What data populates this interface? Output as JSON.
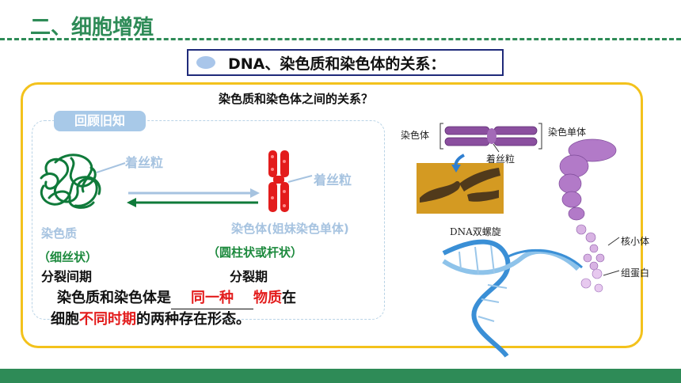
{
  "section_title": "二、细胞增殖",
  "heading": "DNA、染色质和染色体的关系：",
  "question": "染色质和染色体之间的关系？",
  "review": {
    "tag": "回顾旧知",
    "centromere_left": "着丝粒",
    "centromere_right": "着丝粒",
    "chromatin_label": "染色质",
    "chromosome_label": "染色体(姐妹染色单体)",
    "chromatin_shape": "（细丝状）",
    "chromosome_shape": "（圆柱状或杆状）",
    "chromatin_phase": "分裂间期",
    "chromosome_phase": "分裂期"
  },
  "conclusion": {
    "part1": "染色质和染色体是",
    "blank": "同一种",
    "part2": "物质",
    "part3": "在",
    "line2_a": "细胞",
    "line2_red": "不同时期",
    "line2_b": "的两种存在形态。"
  },
  "figure": {
    "chromosome": "染色体",
    "chromatid": "染色单体",
    "centromere": "着丝粒",
    "dna": "DNA双螺旋",
    "nucleosome": "核小体",
    "histone": "组蛋白"
  },
  "colors": {
    "green": "#2e8b57",
    "yellow_border": "#f3c21c",
    "red": "#e31c1c",
    "light_blue": "#a8c9e8"
  }
}
